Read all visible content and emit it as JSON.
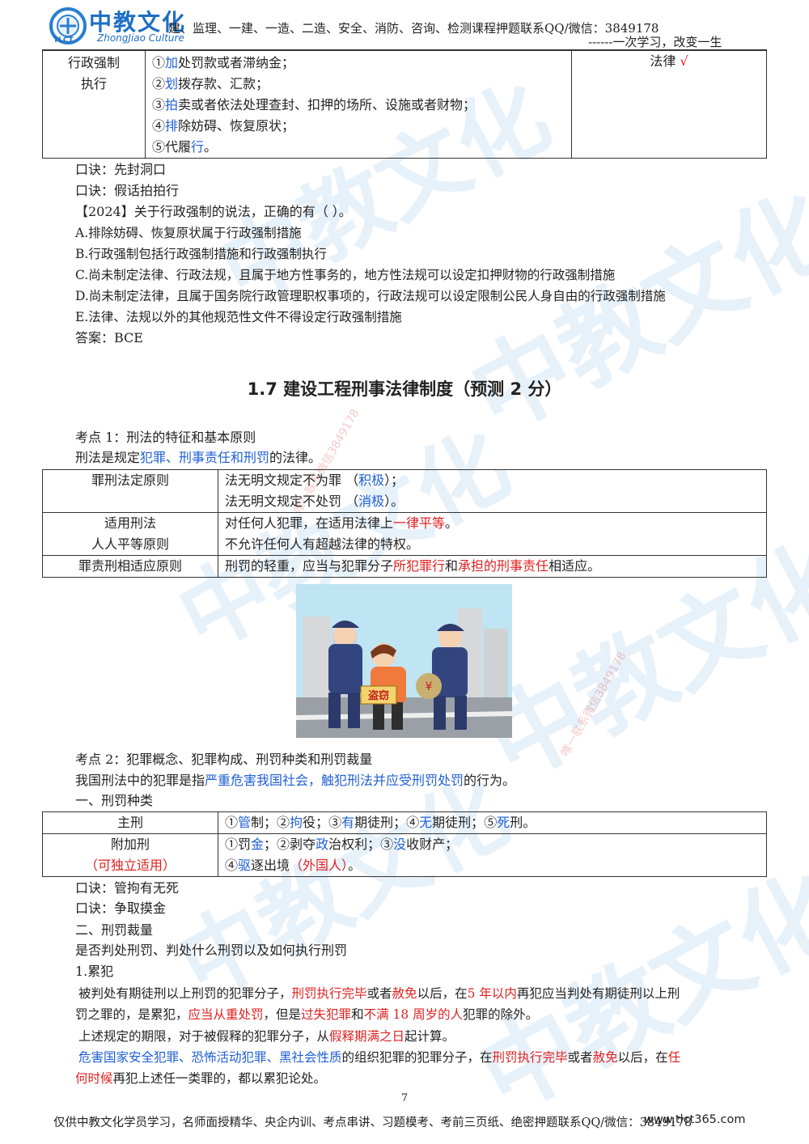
{
  "header": {
    "logo_cn": "中教文化",
    "logo_en": "ZhongJiao Culture",
    "logo_abbr": "TLCT",
    "tagline": "建、监理、一建、一造、二造、安全、消防、咨询、检测课程押题联系QQ/微信：3849178",
    "slogan": "------一次学习，改变一生"
  },
  "enforcement_table": {
    "label_line1": "行政强制",
    "label_line2": "执行",
    "items": [
      [
        "①",
        "加",
        "处罚款或者滞纳金；"
      ],
      [
        "②",
        "划",
        "拨存款、汇款；"
      ],
      [
        "③",
        "拍",
        "卖或者依法处理查封、扣押的场所、设施或者财物；"
      ],
      [
        "④",
        "排",
        "除妨碍、恢复原状；"
      ],
      [
        "⑤代履",
        "行",
        "。"
      ]
    ],
    "basis": "法律",
    "check": "√"
  },
  "mnemonic1": "口诀：先封洞口",
  "mnemonic2": "口诀：假话拍拍行",
  "question": {
    "stem": "【2024】关于行政强制的说法，正确的有（    ）。",
    "options": [
      "A.排除妨碍、恢复原状属于行政强制措施",
      "B.行政强制包括行政强制措施和行政强制执行",
      "C.尚未制定法律、行政法规，且属于地方性事务的，地方性法规可以设定扣押财物的行政强制措施",
      "D.尚未制定法律，且属于国务院行政管理职权事项的，行政法规可以设定限制公民人身自由的行政强制措施",
      "E.法律、法规以外的其他规范性文件不得设定行政强制措施"
    ],
    "answer": "答案：BCE"
  },
  "section_title": "1.7 建设工程刑事法律制度（预测 2 分）",
  "point1": {
    "title": "考点 1：刑法的特征和基本原则",
    "intro": [
      "刑法是规定",
      "犯罪、刑事责任和刑罚",
      "的法律。"
    ],
    "rows": [
      {
        "label": [
          "罪刑法定原则"
        ],
        "lines": [
          [
            "法无明文规定不为罪  （",
            "积极",
            "）；"
          ],
          [
            "法无明文规定不处罚  （",
            "消极",
            "）。"
          ]
        ]
      },
      {
        "label": [
          "适用刑法",
          "人人平等原则"
        ],
        "lines": [
          [
            "对任何人犯罪，在适用法律上",
            "一律平等",
            "。"
          ],
          [
            "不允许任何人有超越法律的特权。",
            "",
            ""
          ]
        ]
      },
      {
        "label": [
          "罪责刑相适应原则"
        ],
        "lines": [
          [
            "刑罚的轻重，应当与犯罪分子",
            "所犯罪行",
            "和",
            "承担的刑事责任",
            "相适应。"
          ]
        ]
      }
    ]
  },
  "illustration": {
    "sign_theft": "盗窃",
    "bag_mark": "¥"
  },
  "point2": {
    "title": "考点 2：犯罪概念、犯罪构成、刑罚种类和刑罚裁量",
    "intro": [
      "我国刑法中的犯罪是指",
      "严重危害我国社会，触犯刑法并应受刑罚处罚",
      "的行为。"
    ],
    "heading1": "一、刑罚种类",
    "main_label": "主刑",
    "main_items": [
      [
        "①",
        "管",
        "制；"
      ],
      [
        "②",
        "拘",
        "役；"
      ],
      [
        "③",
        "有",
        "期徒刑；"
      ],
      [
        "④",
        "无",
        "期徒刑；"
      ],
      [
        "⑤",
        "死",
        "刑。"
      ]
    ],
    "add_label": "附加刑",
    "add_note": "（可独立适用）",
    "add_line1": [
      [
        "①罚",
        "金",
        "；"
      ],
      [
        "②剥夺",
        "政",
        "治权利；"
      ],
      [
        "③",
        "没",
        "收财产；"
      ]
    ],
    "add_line2": [
      [
        "④",
        "驱",
        "逐出境"
      ],
      [
        "",
        "（外国人）",
        "。"
      ]
    ],
    "mnemonic3": "口诀：管拘有无死",
    "mnemonic4": "口诀：争取摸金",
    "heading2": "二、刑罚裁量",
    "sub_intro": "是否判处刑罚、判处什么刑罚以及如何执行刑罚",
    "sub1": "1.累犯",
    "para1_a": [
      "被判处有期徒刑以上刑罚的犯罪分子，",
      "刑罚执行完毕",
      "或者",
      "赦免",
      "以后，在",
      "5 年以内",
      "再犯应当判处有期徒刑以上刑"
    ],
    "para1_b": [
      "罚之罪的，是累犯，",
      "应当从重处罚",
      "，但是",
      "过失犯罪",
      "和",
      "不满 18 周岁的人",
      "犯罪的除外。"
    ],
    "para2": [
      "上述规定的期限，对于被假释的犯罪分子，从",
      "假释期满之日",
      "起计算。"
    ],
    "para3_a": [
      "危害国家安全犯罪、恐怖活动犯罪、黑社会性质",
      "的组织犯罪的犯罪分子，在",
      "刑罚执行完毕",
      "或者",
      "赦免",
      "以后，在",
      "任"
    ],
    "para3_b": [
      "何时候",
      "再犯上述任一类罪的，都以累犯论处。"
    ]
  },
  "page_number": "7",
  "footer": "仅供中教文化学员学习，名师面授精华、央企内训、考点串讲、习题模考、考前三页纸、绝密押题联系QQ/微信：3849178",
  "footer_site": "www.tlct365.com",
  "watermark_contact": "唯一联系微信3849178"
}
